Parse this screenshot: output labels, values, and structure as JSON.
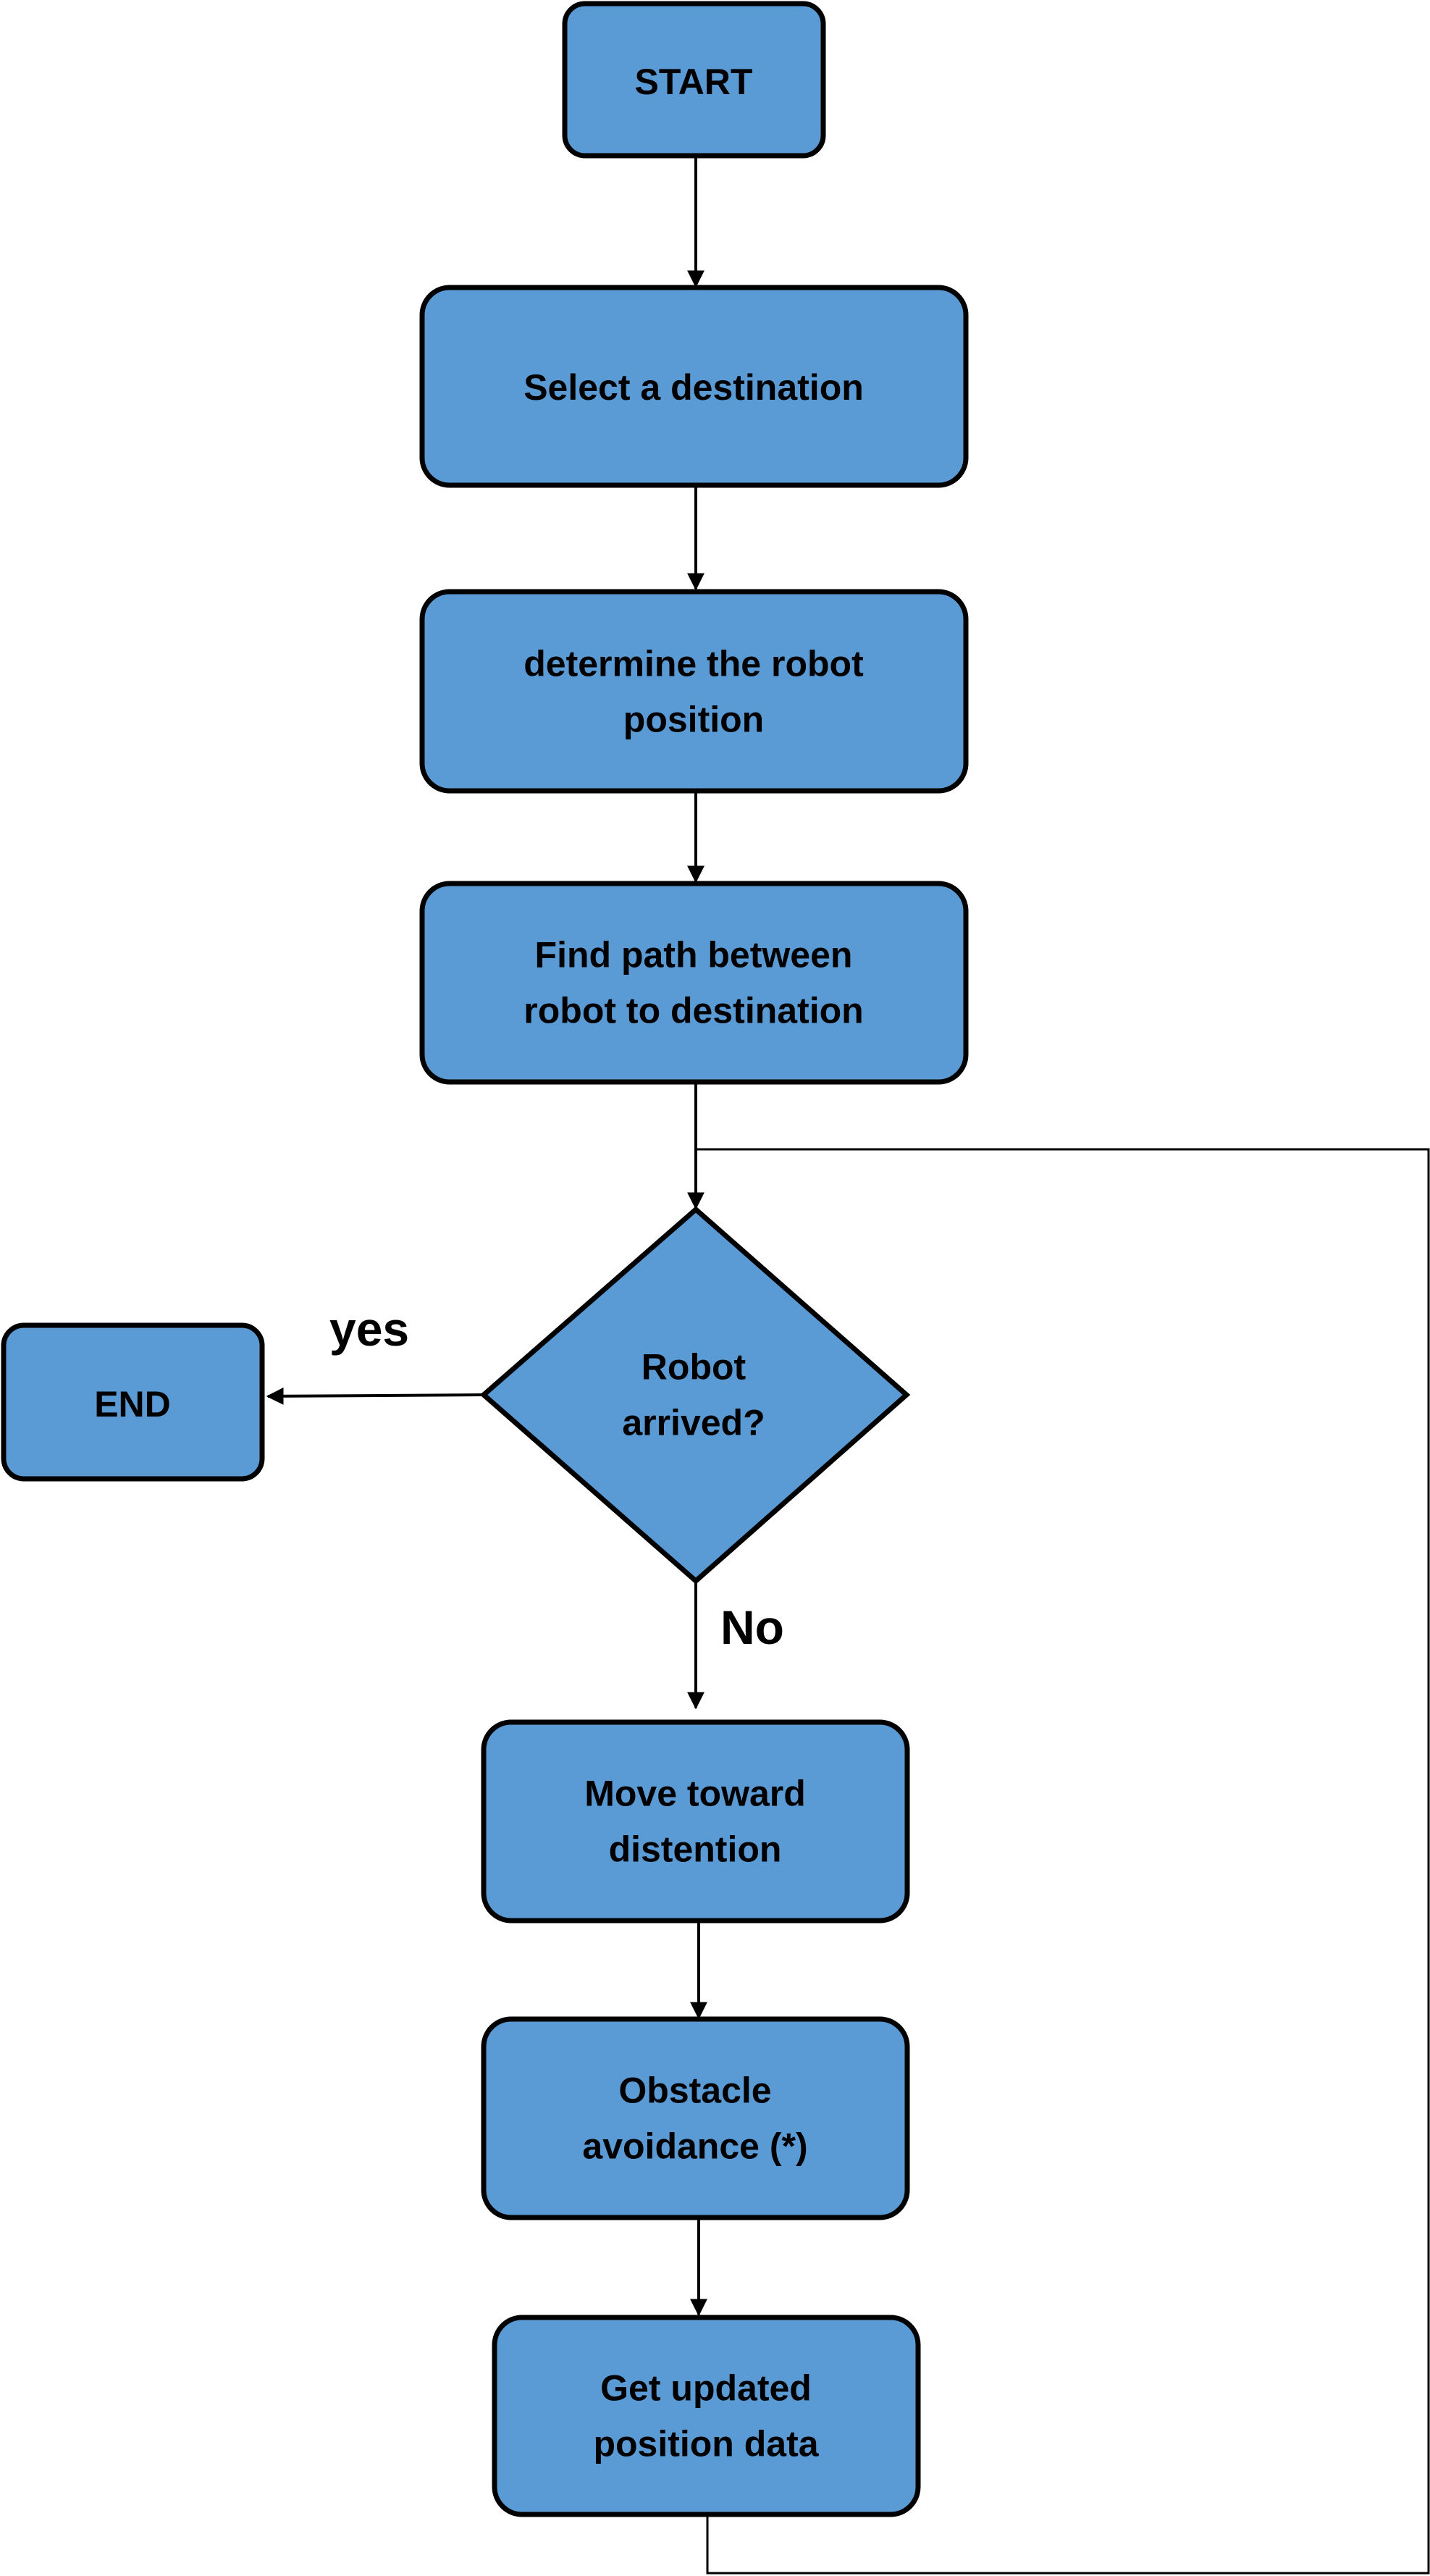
{
  "colors": {
    "node_fill": "#5b9bd5",
    "node_stroke": "#000000",
    "background": "#ffffff"
  },
  "nodes": {
    "start": [
      "START"
    ],
    "select": [
      "Select a destination"
    ],
    "determine": [
      "determine the robot",
      "position"
    ],
    "find_path": [
      "Find path between",
      "robot to destination"
    ],
    "decision": [
      "Robot",
      "arrived?"
    ],
    "end": [
      "END"
    ],
    "move": [
      "Move toward",
      "distention"
    ],
    "obstacle": [
      "Obstacle",
      "avoidance (*)"
    ],
    "update": [
      "Get updated",
      "position data"
    ]
  },
  "edge_labels": {
    "yes": "yes",
    "no": "No"
  }
}
